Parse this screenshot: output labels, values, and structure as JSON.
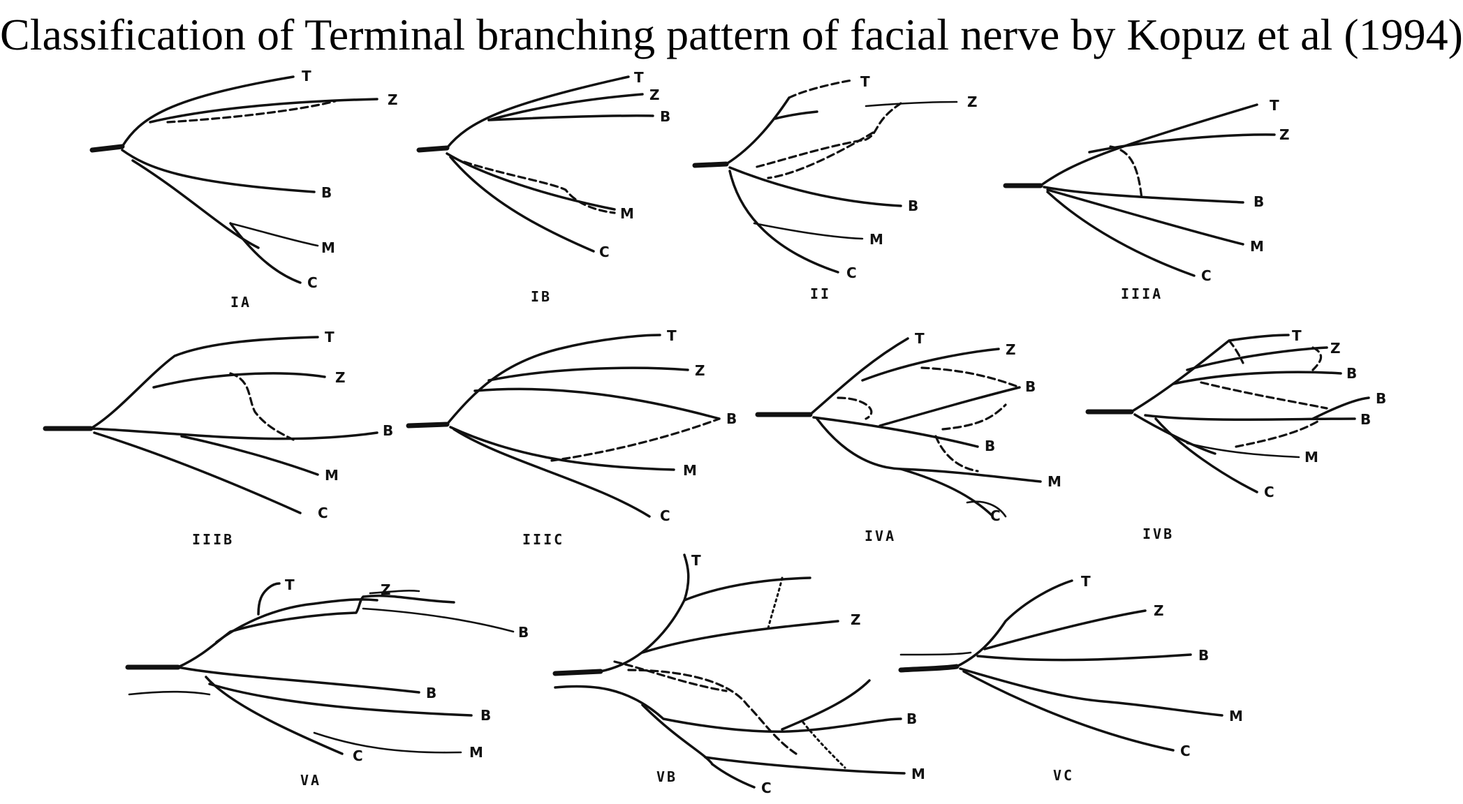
{
  "title": "Classification of Terminal branching pattern of facial nerve by Kopuz et al (1994)",
  "patterns": [
    {
      "id": "IA",
      "caption": "IA",
      "labels": {
        "t": "T",
        "z": "Z",
        "b": "B",
        "m": "M",
        "c": "C"
      }
    },
    {
      "id": "IB",
      "caption": "IB",
      "labels": {
        "t": "T",
        "z": "Z",
        "b": "B",
        "m": "M",
        "c": "C"
      }
    },
    {
      "id": "II",
      "caption": "II",
      "labels": {
        "t": "T",
        "z": "Z",
        "b": "B",
        "m": "M",
        "c": "C"
      }
    },
    {
      "id": "IIIA",
      "caption": "IIIA",
      "labels": {
        "t": "T",
        "z": "Z",
        "b": "B",
        "m": "M",
        "c": "C"
      }
    },
    {
      "id": "IIIB",
      "caption": "IIIB",
      "labels": {
        "t": "T",
        "z": "Z",
        "b": "B",
        "m": "M",
        "c": "C"
      }
    },
    {
      "id": "IIIC",
      "caption": "IIIC",
      "labels": {
        "t": "T",
        "z": "Z",
        "b": "B",
        "m": "M",
        "c": "C"
      }
    },
    {
      "id": "IVA",
      "caption": "IVA",
      "labels": {
        "t": "T",
        "z": "Z",
        "b1": "B",
        "b2": "B",
        "m": "M",
        "c": "C"
      }
    },
    {
      "id": "IVB",
      "caption": "IVB",
      "labels": {
        "t": "T",
        "z": "Z",
        "b1": "B",
        "b2": "B",
        "b3": "B",
        "m": "M",
        "c": "C"
      }
    },
    {
      "id": "VA",
      "caption": "VA",
      "labels": {
        "t": "T",
        "z": "Z",
        "b1": "B",
        "b2": "B",
        "b3": "B",
        "m": "M",
        "c": "C"
      }
    },
    {
      "id": "VB",
      "caption": "VB",
      "labels": {
        "t": "T",
        "z": "Z",
        "b": "B",
        "m": "M",
        "c": "C"
      }
    },
    {
      "id": "VC",
      "caption": "VC",
      "labels": {
        "t": "T",
        "z": "Z",
        "b": "B",
        "m": "M",
        "c": "C"
      }
    }
  ]
}
